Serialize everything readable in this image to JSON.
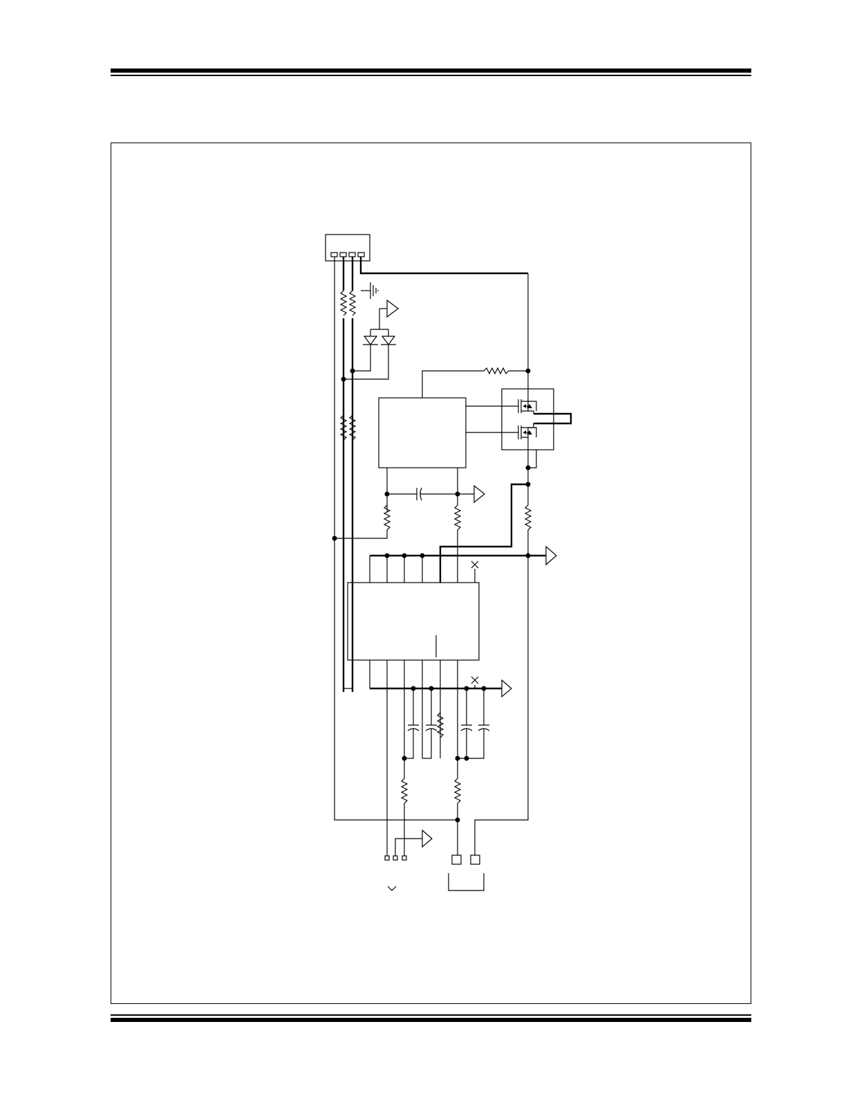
{
  "page": {
    "border_color": "#000000",
    "background": "#ffffff"
  },
  "schematic": {
    "components": [
      "connector-header-4pin",
      "earth-ground-symbol",
      "ground-triangle-symbol",
      "dual-tvs-diode",
      "driver-ic",
      "dual-mosfet",
      "main-ic",
      "resistor",
      "capacitor",
      "no-connect-marker",
      "test-point",
      "terminal-pad"
    ]
  }
}
